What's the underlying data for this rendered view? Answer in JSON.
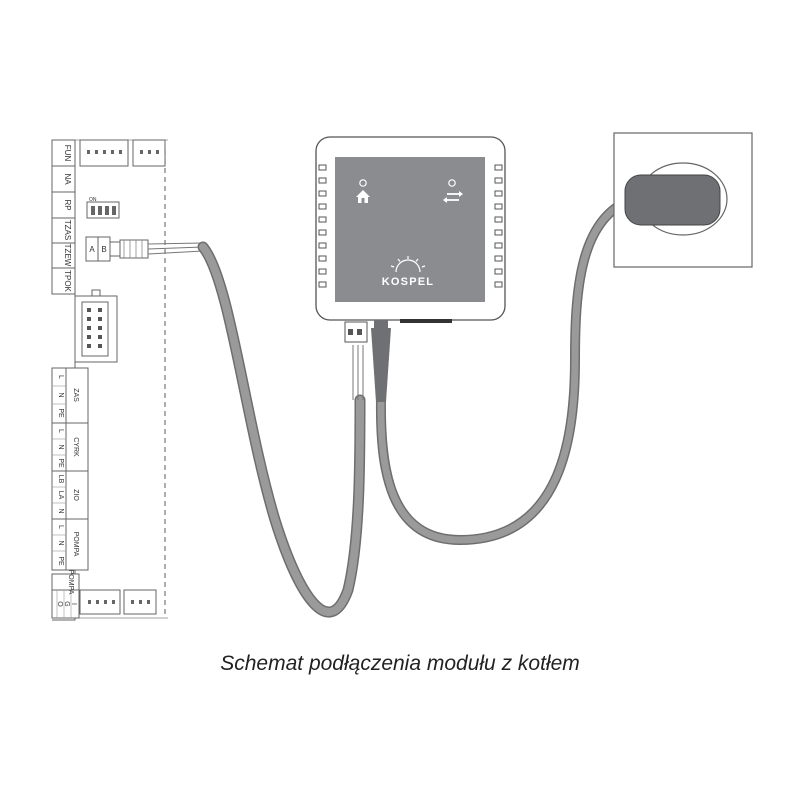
{
  "caption": "Schemat podłączenia modułu z kotłem",
  "colors": {
    "cable": "#8f8f8f",
    "cable_edge": "#6e6e6e",
    "module_face": "#8a8c8f",
    "plug": "#6f7073",
    "outline": "#555555"
  },
  "board": {
    "upper_labels": [
      "FUN",
      "NA",
      "RP",
      "TZAS",
      "TZEW",
      "TPOK"
    ],
    "dip_label": "ON",
    "terminal_ab": [
      "A",
      "B"
    ],
    "lower_labels": [
      "L",
      "N",
      "PE",
      "L",
      "N",
      "PE",
      "LB",
      "LA",
      "N",
      "L",
      "N",
      "PE"
    ],
    "group_labels": [
      "ZAS",
      "CYRK",
      "ZIO",
      "POMPA"
    ],
    "bottom_labels": [
      "O",
      "G",
      "I"
    ],
    "bottom_group_label": "POMPA"
  },
  "module": {
    "brand": "KOSPEL",
    "home_icon": "house-icon",
    "link_icon": "arrows-icon"
  },
  "socket": {
    "plug_icon": "plug-adapter"
  }
}
